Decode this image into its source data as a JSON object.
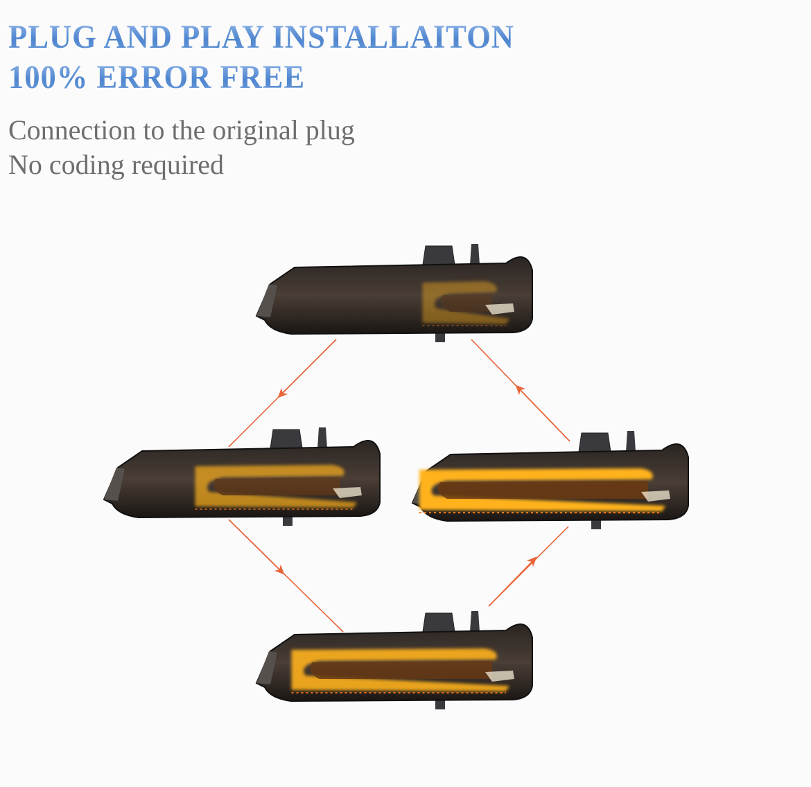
{
  "header": {
    "title_line1": "PLUG AND PLAY INSTALLAITON",
    "title_line2": "100% ERROR FREE"
  },
  "features": [
    "Connection to the original plug",
    "No coding required"
  ],
  "colors": {
    "title_blue": "#5b8fd3",
    "text_gray": "#6e6e6e",
    "arrow_orange": "#e8653a",
    "light_amber": "#ffb21a"
  },
  "sequence": {
    "lights": [
      {
        "position": "top",
        "glow": 0.15
      },
      {
        "position": "left",
        "glow": 0.55
      },
      {
        "position": "bottom",
        "glow": 0.85
      },
      {
        "position": "right",
        "glow": 1.0
      }
    ]
  }
}
